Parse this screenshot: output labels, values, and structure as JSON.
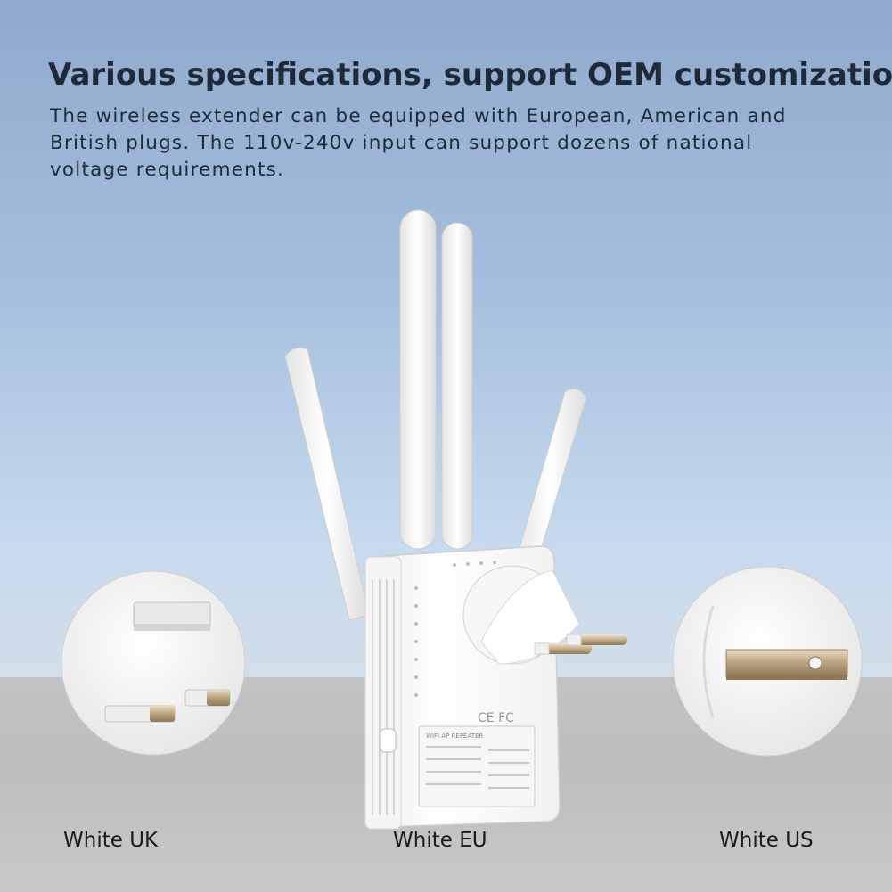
{
  "headline": "Various specifications, support OEM customization",
  "description": "The wireless extender can be equipped with European, American and British plugs. The 110v-240v input can support dozens of national voltage requirements.",
  "device_label": {
    "cert": "CE FC",
    "model": "WIFI AP REPEATER"
  },
  "variants": [
    {
      "label": "White UK"
    },
    {
      "label": "White EU"
    },
    {
      "label": "White US"
    }
  ]
}
